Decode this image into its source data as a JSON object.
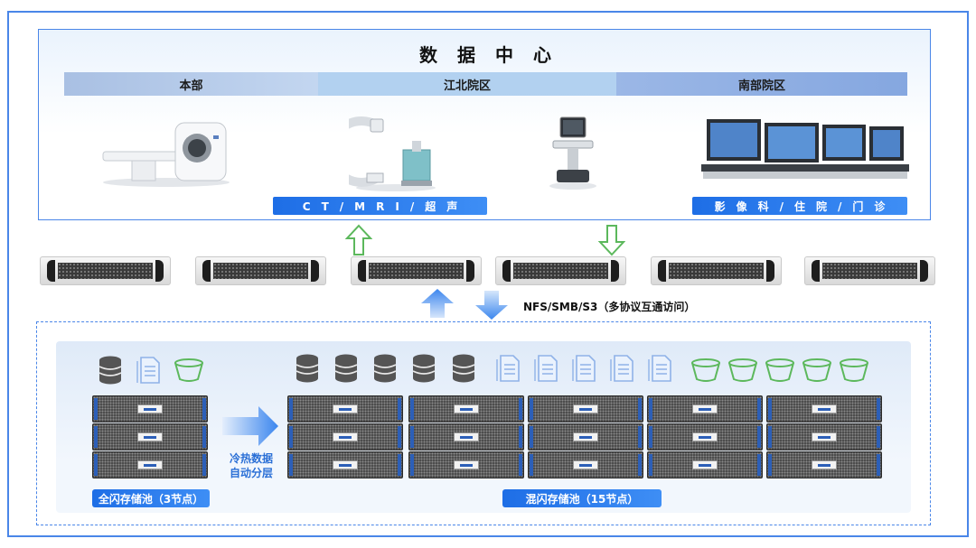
{
  "title": "数据中心",
  "campuses": [
    "本部",
    "江北院区",
    "南部院区"
  ],
  "tags": {
    "left": "CT/MRI/超声",
    "right": "影像科/住院/门诊"
  },
  "protocol": "NFS/SMB/S3（多协议互通访问）",
  "tiering": [
    "冷热数据",
    "自动分层"
  ],
  "pools": {
    "left": "全闪存储池（3节点）",
    "right": "混闪存储池（15节点）"
  },
  "icons": {
    "database": "database-icon",
    "document": "document-icon",
    "bucket": "bucket-icon"
  },
  "colors": {
    "accent": "#1e6ee6",
    "frame": "#4a86e8",
    "bucket": "#5cb85c",
    "document": "#8fb2e8",
    "database": "#555555"
  }
}
